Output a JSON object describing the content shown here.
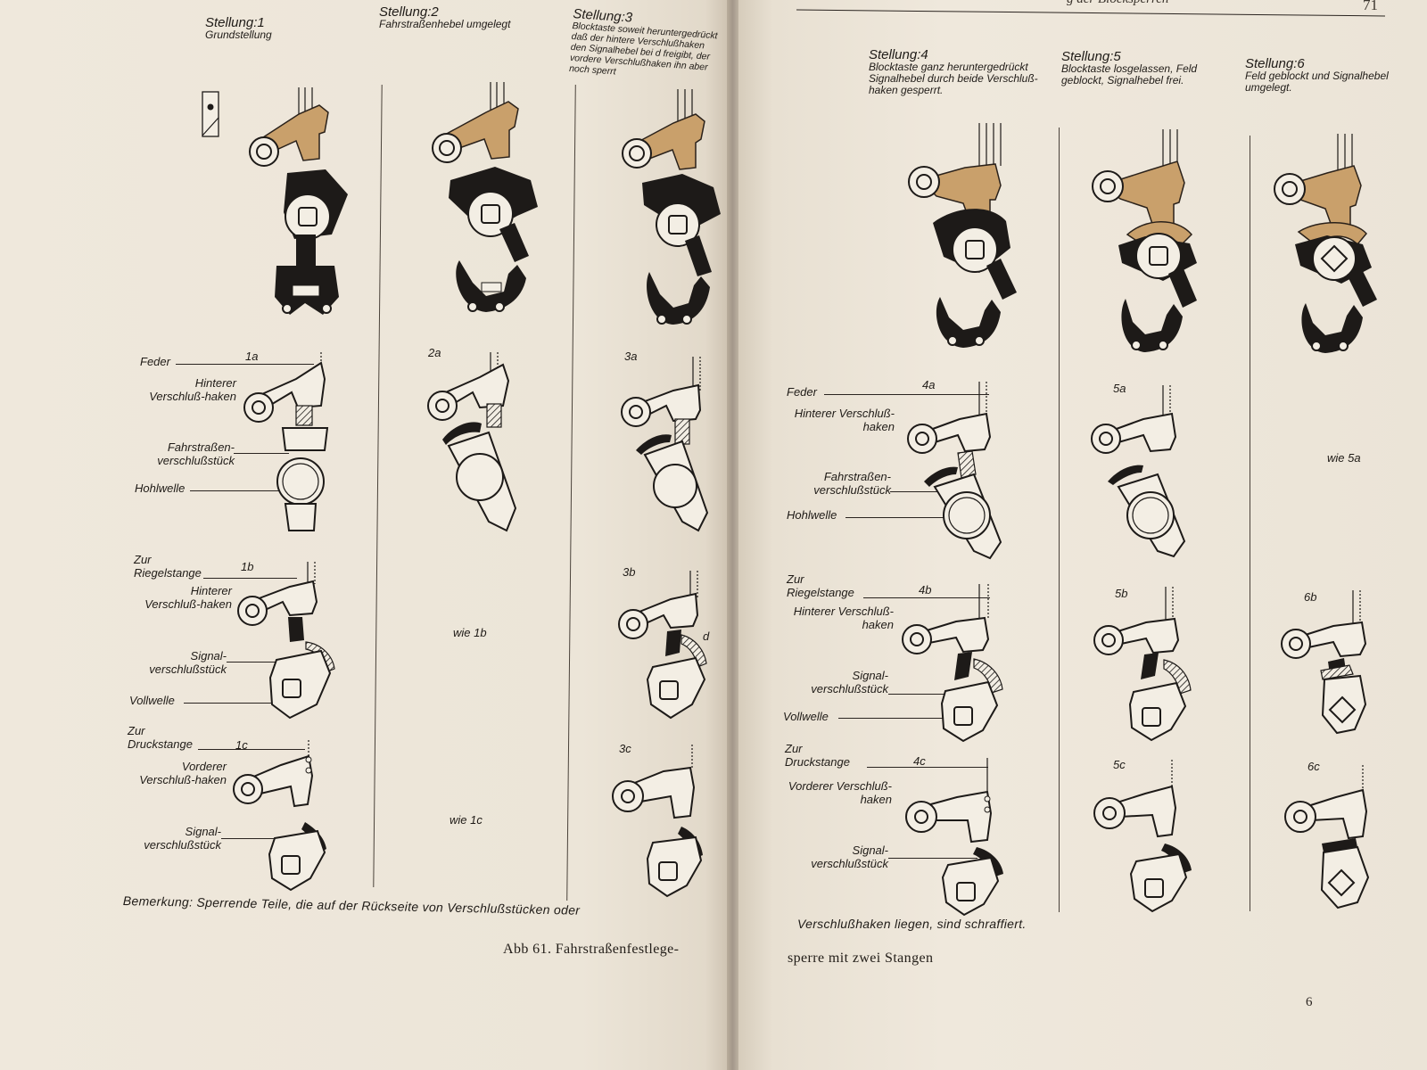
{
  "left": {
    "headers": [
      {
        "title": "Stellung:1",
        "sub": "Grundstellung"
      },
      {
        "title": "Stellung:2",
        "sub": "Fahrstraßenhebel umgelegt"
      },
      {
        "title": "Stellung:3",
        "sub": "Blocktaste soweit heruntergedrückt daß der hintere Verschlußhaken den Signalhebel bei d freigibt, der vordere Verschlußhaken ihn aber noch sperrt"
      }
    ],
    "labels_a": {
      "feder": "Feder",
      "hinterer": "Hinterer Verschluß-haken",
      "fahrstrassen": "Fahrstraßen-verschlußstück",
      "hohlwelle": "Hohlwelle"
    },
    "labels_b": {
      "zur": "Zur Riegelstange",
      "hinterer": "Hinterer Verschluß-haken",
      "signal": "Signal-verschlußstück",
      "vollwelle": "Vollwelle"
    },
    "labels_c": {
      "zur": "Zur Druckstange",
      "vorderer": "Vorderer Verschluß-haken",
      "signal": "Signal-verschlußstück"
    },
    "tags": {
      "a1": "1a",
      "a2": "2a",
      "a3": "3a",
      "b1": "1b",
      "b3": "3b",
      "c1": "1c",
      "c3": "3c",
      "d": "d"
    },
    "wie": {
      "b2": "wie 1b",
      "c2": "wie 1c"
    },
    "remark": "Bemerkung: Sperrende Teile, die auf der Rückseite von Verschlußstücken oder",
    "caption": "Abb 61. Fahrstraßenfestlege-"
  },
  "right": {
    "running_head": "g der Blocksperren",
    "page_number": "71",
    "headers": [
      {
        "title": "Stellung:4",
        "sub": "Blocktaste ganz heruntergedrückt Signalhebel durch beide Verschluß-haken gesperrt."
      },
      {
        "title": "Stellung:5",
        "sub": "Blocktaste losgelassen, Feld geblockt, Signalhebel frei."
      },
      {
        "title": "Stellung:6",
        "sub": "Feld geblockt und Signalhebel umgelegt."
      }
    ],
    "labels_a": {
      "feder": "Feder",
      "hinterer": "Hinterer Verschluß-haken",
      "fahrstrassen": "Fahrstraßen-verschlußstück",
      "hohlwelle": "Hohlwelle"
    },
    "labels_b": {
      "zur": "Zur Riegelstange",
      "hinterer": "Hinterer Verschluß-haken",
      "signal": "Signal-verschlußstück",
      "vollwelle": "Vollwelle"
    },
    "labels_c": {
      "zur": "Zur Druckstange",
      "vorderer": "Vorderer Verschluß-haken",
      "signal": "Signal-verschlußstück"
    },
    "tags": {
      "a4": "4a",
      "a5": "5a",
      "b4": "4b",
      "b5": "5b",
      "b6": "6b",
      "c4": "4c",
      "c5": "5c",
      "c6": "6c"
    },
    "wie": {
      "a6": "wie 5a"
    },
    "remark": "Verschlußhaken liegen, sind schraffiert.",
    "caption": "sperre mit zwei Stangen",
    "signature": "6"
  },
  "colors": {
    "paper": "#eee7da",
    "ink": "#1d1a18",
    "tan": "#c9a06b"
  }
}
